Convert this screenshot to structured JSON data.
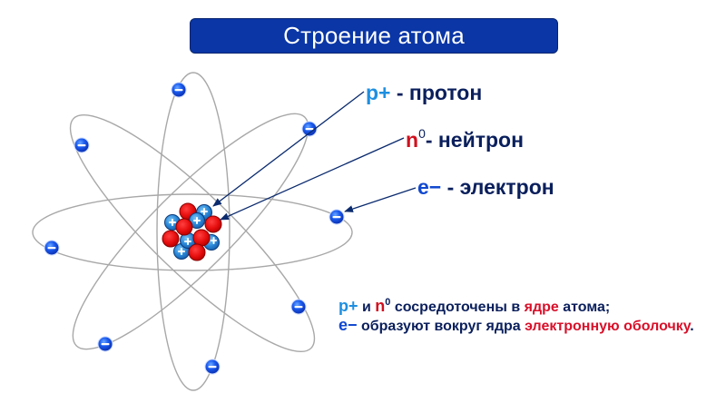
{
  "title": "Строение атома",
  "legend": {
    "proton": {
      "symbol": "p+",
      "text": " - протон"
    },
    "neutron": {
      "symbol": "n",
      "superscript": "0",
      "text": "- нейтрон"
    },
    "electron": {
      "symbol": "e−",
      "text": " - электрон"
    }
  },
  "notes": {
    "line1": {
      "p_symbol": "p+",
      "and": " и ",
      "n_symbol": "n",
      "n_superscript": "0",
      "text1": " сосредоточены в ",
      "highlight": "ядре",
      "text2": " атома;"
    },
    "line2": {
      "e_symbol": "e−",
      "text1": " образуют вокруг ядра ",
      "highlight": "электронную оболочку",
      "text2": "."
    }
  },
  "colors": {
    "title_bg": "#0a36a6",
    "proton": "#1e8fe0",
    "neutron": "#d0101e",
    "electron": "#1048d0",
    "text_dark": "#0a1f5c",
    "highlight_red": "#d8102a",
    "orbit": "#a8a8a8",
    "arrow": "#0a2a6e"
  },
  "diagram": {
    "electron_count": 8,
    "nucleus_protons": 6,
    "nucleus_neutrons": 6,
    "orbit_count": 4
  }
}
